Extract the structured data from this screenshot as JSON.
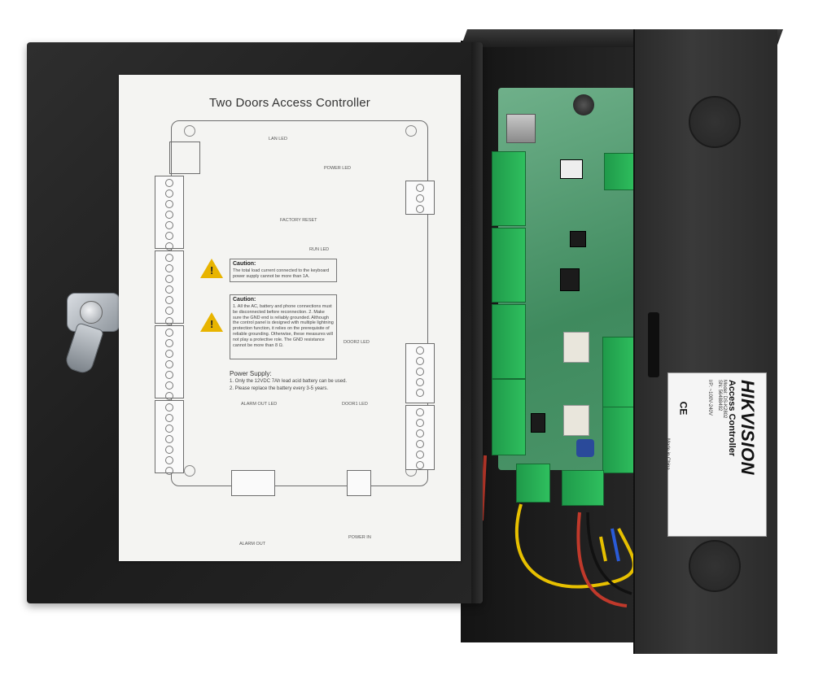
{
  "sheet": {
    "title": "Two Doors Access Controller",
    "labels": {
      "lan_led": "LAN LED",
      "power_led": "POWER LED",
      "factory_reset": "FACTORY RESET",
      "run_led": "RUN LED",
      "door2_led": "DOOR2 LED",
      "door1_led": "DOOR1 LED",
      "alarm_out_led": "ALARM OUT LED",
      "alarm_out": "ALARM OUT",
      "power_in": "POWER IN"
    },
    "caution1": {
      "title": "Caution:",
      "text": "The total load current connected to the keyboard power supply cannot be more than 1A."
    },
    "caution2": {
      "title": "Caution:",
      "text": "1. All the AC, battery and phone connections must be disconnected before reconnection. 2. Make sure the GND end is reliably grounded. Although the control panel is designed with multiple lightning protection function, it relies on the prerequisite of reliable grounding. Otherwise, these measures will not play a protective role. The GND resistance cannot be more than 8 Ω."
    },
    "power_supply": {
      "title": "Power Supply:",
      "line1": "1. Only the 12VDC 7Ah lead acid battery can be used.",
      "line2": "2. Please replace the battery every 3-5 years."
    }
  },
  "label": {
    "brand": "HIKVISION",
    "product": "Access Controller",
    "model": "Model: DS-K2802",
    "sn": "SN: 56488492",
    "input": "I/P: ~100V-240V",
    "made_in": "Made in China",
    "ce": "CE"
  },
  "colors": {
    "enclosure": "#1e1e1e",
    "pcb": "#4a9468",
    "terminal": "#2fbf5e",
    "warning": "#e8b400"
  }
}
